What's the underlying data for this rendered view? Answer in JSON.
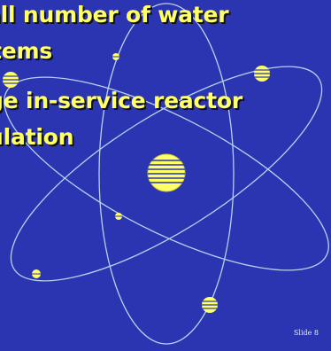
{
  "slide": {
    "bullets": [
      "all number of water",
      "tems",
      "ge in-service reactor",
      "ulation"
    ],
    "slide_number": "Slide 8"
  },
  "colors": {
    "background": "#2b35b2",
    "text": "#ffff66",
    "orbit": "#b6d2ef",
    "electron": "#ffff66"
  }
}
